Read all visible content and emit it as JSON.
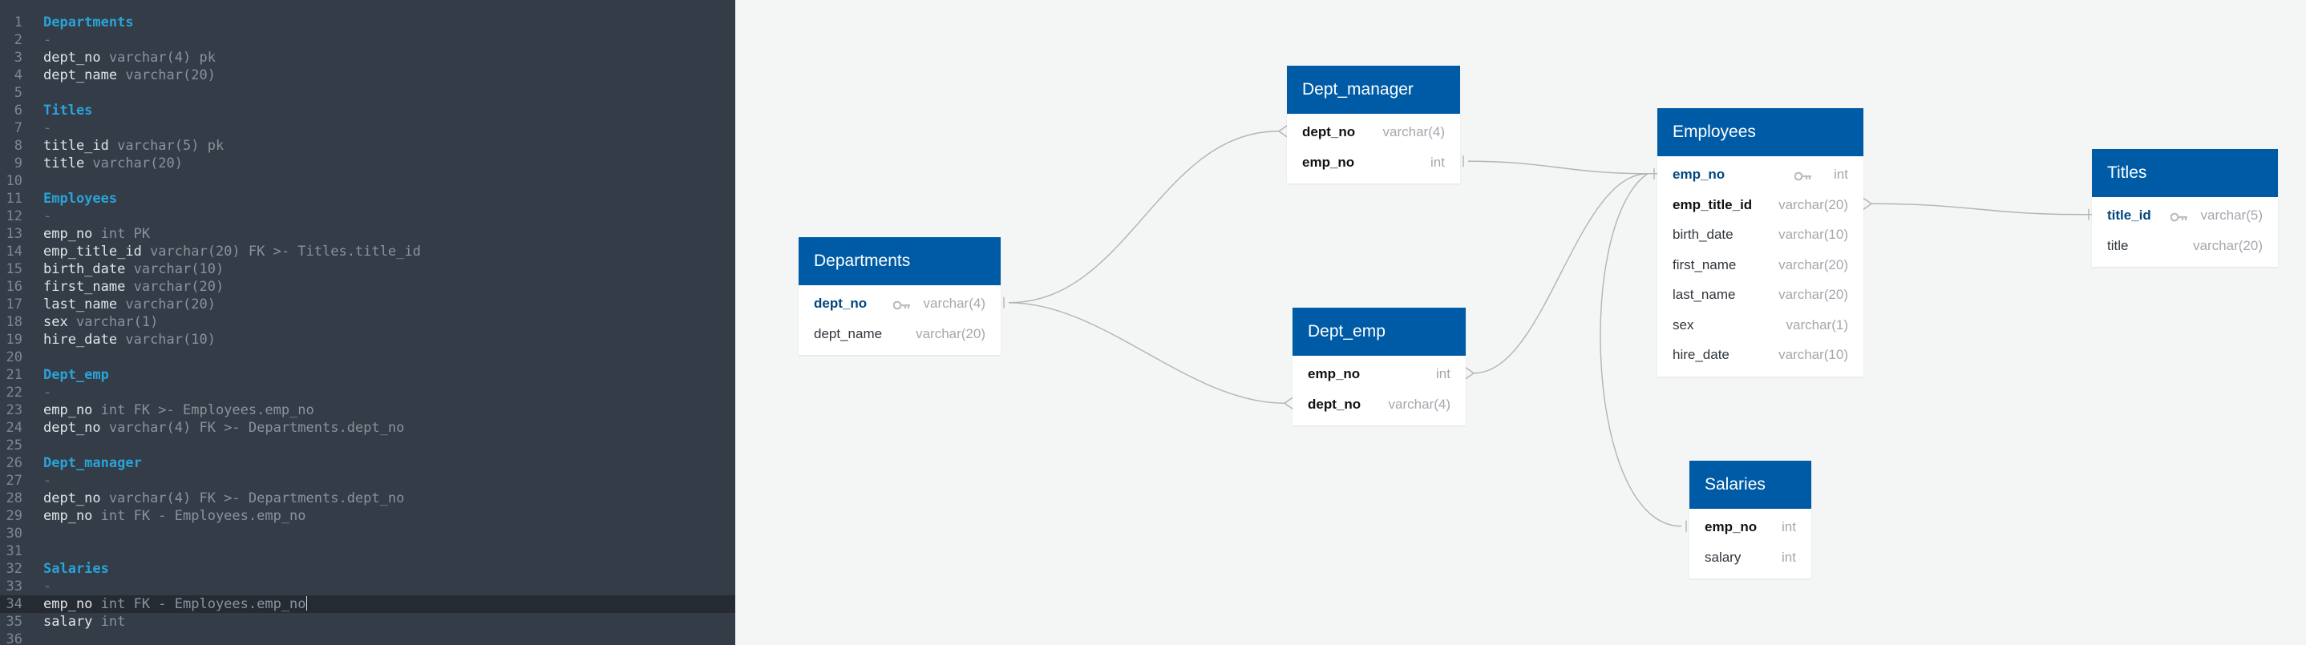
{
  "editor": {
    "lines": [
      {
        "n": "1",
        "kind": "head",
        "name": "Departments"
      },
      {
        "n": "2",
        "kind": "sep",
        "name": "-"
      },
      {
        "n": "3",
        "kind": "field",
        "name": "dept_no",
        "rest": " varchar(4) pk"
      },
      {
        "n": "4",
        "kind": "field",
        "name": "dept_name",
        "rest": " varchar(20)"
      },
      {
        "n": "5",
        "kind": "blank"
      },
      {
        "n": "6",
        "kind": "head",
        "name": "Titles"
      },
      {
        "n": "7",
        "kind": "sep",
        "name": "-"
      },
      {
        "n": "8",
        "kind": "field",
        "name": "title_id",
        "rest": " varchar(5) pk"
      },
      {
        "n": "9",
        "kind": "field",
        "name": "title",
        "rest": " varchar(20)"
      },
      {
        "n": "10",
        "kind": "blank"
      },
      {
        "n": "11",
        "kind": "head",
        "name": "Employees"
      },
      {
        "n": "12",
        "kind": "sep",
        "name": "-"
      },
      {
        "n": "13",
        "kind": "field",
        "name": "emp_no",
        "rest": " int PK"
      },
      {
        "n": "14",
        "kind": "field",
        "name": "emp_title_id",
        "rest": " varchar(20) FK >- Titles.title_id"
      },
      {
        "n": "15",
        "kind": "field",
        "name": "birth_date",
        "rest": " varchar(10)"
      },
      {
        "n": "16",
        "kind": "field",
        "name": "first_name",
        "rest": " varchar(20)"
      },
      {
        "n": "17",
        "kind": "field",
        "name": "last_name",
        "rest": " varchar(20)"
      },
      {
        "n": "18",
        "kind": "field",
        "name": "sex",
        "rest": " varchar(1)"
      },
      {
        "n": "19",
        "kind": "field",
        "name": "hire_date",
        "rest": " varchar(10)"
      },
      {
        "n": "20",
        "kind": "blank"
      },
      {
        "n": "21",
        "kind": "head",
        "name": "Dept_emp"
      },
      {
        "n": "22",
        "kind": "sep",
        "name": "-"
      },
      {
        "n": "23",
        "kind": "field",
        "name": "emp_no",
        "rest": " int FK >- Employees.emp_no"
      },
      {
        "n": "24",
        "kind": "field",
        "name": "dept_no",
        "rest": " varchar(4) FK >- Departments.dept_no"
      },
      {
        "n": "25",
        "kind": "blank"
      },
      {
        "n": "26",
        "kind": "head",
        "name": "Dept_manager"
      },
      {
        "n": "27",
        "kind": "sep",
        "name": "-"
      },
      {
        "n": "28",
        "kind": "field",
        "name": "dept_no",
        "rest": " varchar(4) FK >- Departments.dept_no"
      },
      {
        "n": "29",
        "kind": "field",
        "name": "emp_no",
        "rest": " int FK - Employees.emp_no"
      },
      {
        "n": "30",
        "kind": "blank"
      },
      {
        "n": "31",
        "kind": "blank"
      },
      {
        "n": "32",
        "kind": "head",
        "name": "Salaries"
      },
      {
        "n": "33",
        "kind": "sep",
        "name": "-"
      },
      {
        "n": "34",
        "kind": "field",
        "name": "emp_no",
        "rest": " int FK - Employees.emp_no",
        "active": true
      },
      {
        "n": "35",
        "kind": "field",
        "name": "salary",
        "rest": " int"
      },
      {
        "n": "36",
        "kind": "blank"
      }
    ]
  },
  "diagram": {
    "tables": [
      {
        "id": "departments",
        "title": "Departments",
        "fields": [
          {
            "name": "dept_no",
            "type": "varchar(4)",
            "style": "pk",
            "key": true
          },
          {
            "name": "dept_name",
            "type": "varchar(20)",
            "style": "normal"
          }
        ]
      },
      {
        "id": "dept_manager",
        "title": "Dept_manager",
        "fields": [
          {
            "name": "dept_no",
            "type": "varchar(4)",
            "style": "bold"
          },
          {
            "name": "emp_no",
            "type": "int",
            "style": "bold"
          }
        ]
      },
      {
        "id": "dept_emp",
        "title": "Dept_emp",
        "fields": [
          {
            "name": "emp_no",
            "type": "int",
            "style": "bold"
          },
          {
            "name": "dept_no",
            "type": "varchar(4)",
            "style": "bold"
          }
        ]
      },
      {
        "id": "employees",
        "title": "Employees",
        "fields": [
          {
            "name": "emp_no",
            "type": "int",
            "style": "pk",
            "key": true
          },
          {
            "name": "emp_title_id",
            "type": "varchar(20)",
            "style": "bold"
          },
          {
            "name": "birth_date",
            "type": "varchar(10)",
            "style": "normal"
          },
          {
            "name": "first_name",
            "type": "varchar(20)",
            "style": "normal"
          },
          {
            "name": "last_name",
            "type": "varchar(20)",
            "style": "normal"
          },
          {
            "name": "sex",
            "type": "varchar(1)",
            "style": "normal"
          },
          {
            "name": "hire_date",
            "type": "varchar(10)",
            "style": "normal"
          }
        ]
      },
      {
        "id": "salaries",
        "title": "Salaries",
        "fields": [
          {
            "name": "emp_no",
            "type": "int",
            "style": "bold"
          },
          {
            "name": "salary",
            "type": "int",
            "style": "normal"
          }
        ]
      },
      {
        "id": "titles",
        "title": "Titles",
        "fields": [
          {
            "name": "title_id",
            "type": "varchar(5)",
            "style": "pk",
            "key": true
          },
          {
            "name": "title",
            "type": "varchar(20)",
            "style": "normal"
          }
        ]
      }
    ],
    "relationships": [
      {
        "id": "dept_manager-departments",
        "from": "departments.dept_no",
        "to": "dept_manager.dept_no",
        "cardinality": "one-to-many"
      },
      {
        "id": "dept_emp-departments",
        "from": "departments.dept_no",
        "to": "dept_emp.dept_no",
        "cardinality": "one-to-many"
      },
      {
        "id": "dept_manager-employees",
        "from": "dept_manager.emp_no",
        "to": "employees.emp_no",
        "cardinality": "one-to-one"
      },
      {
        "id": "dept_emp-employees",
        "from": "dept_emp.emp_no",
        "to": "employees.emp_no",
        "cardinality": "many-to-one"
      },
      {
        "id": "employees-titles",
        "from": "employees.emp_title_id",
        "to": "titles.title_id",
        "cardinality": "many-to-one"
      },
      {
        "id": "salaries-employees",
        "from": "salaries.emp_no",
        "to": "employees.emp_no",
        "cardinality": "one-to-one"
      }
    ],
    "colors": {
      "header": "#005ba6",
      "primary_key": "#00467f",
      "link": "#b0b4b8",
      "editor_bg": "#333c47",
      "editor_heading": "#2aa3d9"
    }
  }
}
